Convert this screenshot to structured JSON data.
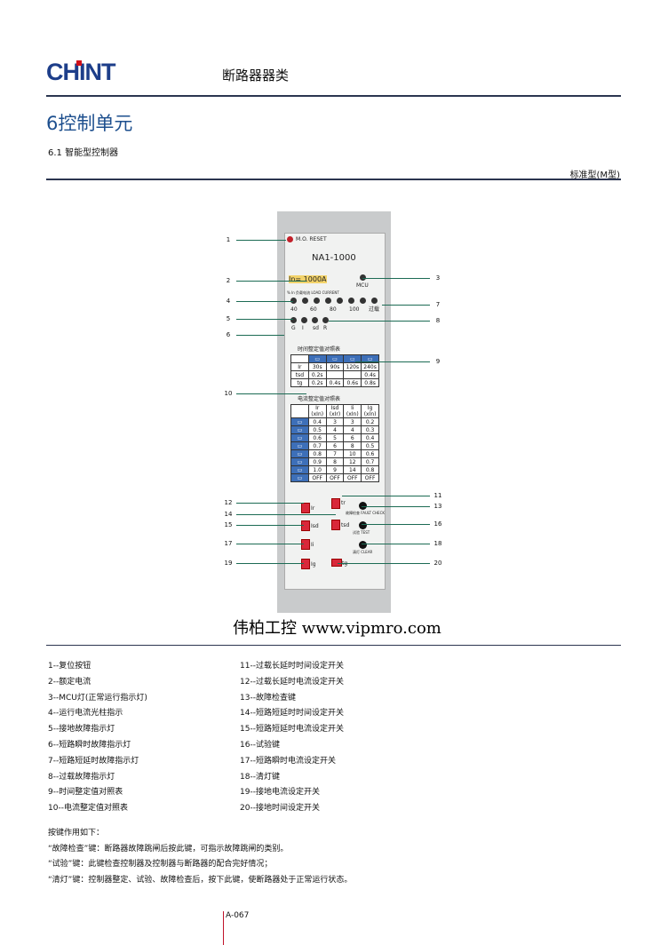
{
  "header": {
    "logo": "CHINT",
    "category": "断路器器类"
  },
  "section": {
    "title": "6控制单元",
    "subtitle": "6.1 智能型控制器",
    "type_label": "标准型(M型)"
  },
  "device": {
    "reset_label": "M.O. RESET",
    "model": "NA1-1000",
    "rated_current": "In= 1000A",
    "mcu_label": "MCU",
    "bar_caption": "% In 负载电流 LOAD CURRENT",
    "bar_labels": [
      "40",
      "60",
      "80",
      "100",
      "过载"
    ],
    "indicator_labels": [
      "G",
      "I",
      "sd",
      "R"
    ],
    "time_table_title": "时间整定值对照表",
    "time_table": [
      [
        "Ir",
        "30s",
        "90s",
        "120s",
        "240s"
      ],
      [
        "tsd",
        "0.2s",
        "",
        "",
        "0.4s"
      ],
      [
        "tg",
        "0.2s",
        "0.4s",
        "0.6s",
        "0.8s"
      ]
    ],
    "current_table_title": "电流整定值对照表",
    "current_headers": [
      "Ir (xIn)",
      "Isd (xIr)",
      "Ii (xIn)",
      "Ig (xIn)"
    ],
    "current_table": [
      [
        "0.4",
        "3",
        "3",
        "0.2"
      ],
      [
        "0.5",
        "4",
        "4",
        "0.3"
      ],
      [
        "0.6",
        "5",
        "6",
        "0.4"
      ],
      [
        "0.7",
        "6",
        "8",
        "0.5"
      ],
      [
        "0.8",
        "7",
        "10",
        "0.6"
      ],
      [
        "0.9",
        "8",
        "12",
        "0.7"
      ],
      [
        "1.0",
        "9",
        "14",
        "0.8"
      ],
      [
        "OFF",
        "OFF",
        "OFF",
        "OFF"
      ]
    ],
    "switch_labels": {
      "ir": "Ir",
      "tr": "tr",
      "isd": "Isd",
      "tsd": "tsd",
      "ii": "Ii",
      "ig": "Ig",
      "tg": "tg"
    },
    "buttons": {
      "fault": "故障检查 FAULT CHECK",
      "test": "试验 TEST",
      "clear": "清灯 CLEAR"
    },
    "callouts_left": [
      "1",
      "2",
      "4",
      "5",
      "6",
      "10",
      "12",
      "14",
      "15",
      "17",
      "19"
    ],
    "callouts_right": [
      "3",
      "7",
      "8",
      "9",
      "11",
      "13",
      "16",
      "18",
      "20"
    ]
  },
  "watermark": "伟柏工控 www.vipmro.com",
  "legend": [
    "1--复位按钮",
    "2--额定电流",
    "3--MCU灯(正常运行指示灯)",
    "4--运行电流光柱指示",
    "5--接地故障指示灯",
    "6--短路瞬时故障指示灯",
    "7--短路短延时故障指示灯",
    "8--过载故障指示灯",
    "9--时间整定值对照表",
    "10--电流整定值对照表"
  ],
  "legend2": [
    "11--过载长延时时间设定开关",
    "12--过载长延时电流设定开关",
    "13--故障检查键",
    "14--短路短延时时间设定开关",
    "15--短路短延时电流设定开关",
    "16--试验键",
    "17--短路瞬时电流设定开关",
    "18--清灯键",
    "19--接地电流设定开关",
    "20--接地时间设定开关"
  ],
  "notes": [
    "按键作用如下：",
    "“故障检查”键：断路器故障跳闸后按此键，可指示故障跳闸的类别。",
    "“试验”键：此键检查控制器及控制器与断路器的配合完好情况；",
    "“清灯”键：控制器整定、试验、故障检查后，按下此键，使断路器处于正常运行状态。"
  ],
  "page_number": "A-067"
}
